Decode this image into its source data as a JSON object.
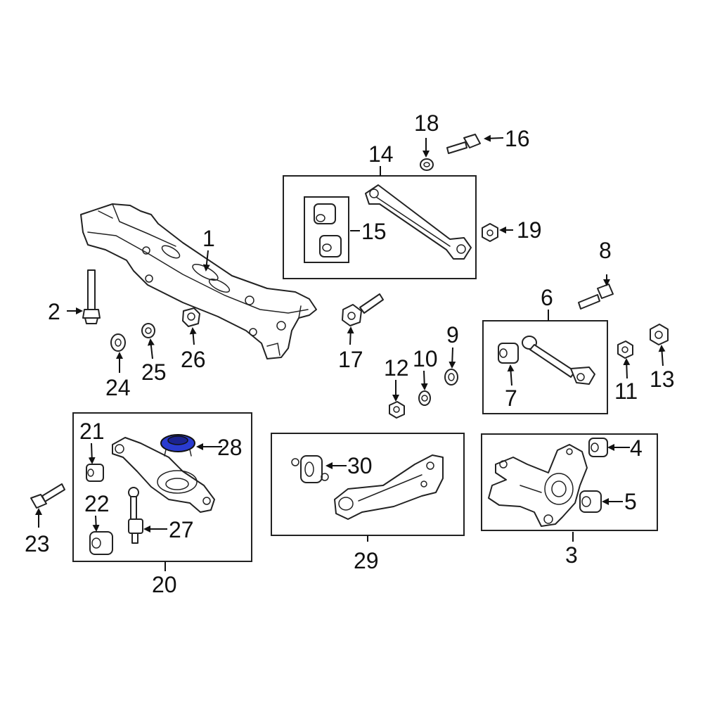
{
  "callouts": {
    "c1": "1",
    "c2": "2",
    "c3": "3",
    "c4": "4",
    "c5": "5",
    "c6": "6",
    "c7": "7",
    "c8": "8",
    "c9": "9",
    "c10": "10",
    "c11": "11",
    "c12": "12",
    "c13": "13",
    "c14": "14",
    "c15": "15",
    "c16": "16",
    "c17": "17",
    "c18": "18",
    "c19": "19",
    "c20": "20",
    "c21": "21",
    "c22": "22",
    "c23": "23",
    "c24": "24",
    "c25": "25",
    "c26": "26",
    "c27": "27",
    "c28": "28",
    "c29": "29",
    "c30": "30"
  },
  "highlight": {
    "part": "28",
    "color": "#2a3bd0"
  },
  "colors": {
    "line": "#222222",
    "background": "#ffffff"
  }
}
